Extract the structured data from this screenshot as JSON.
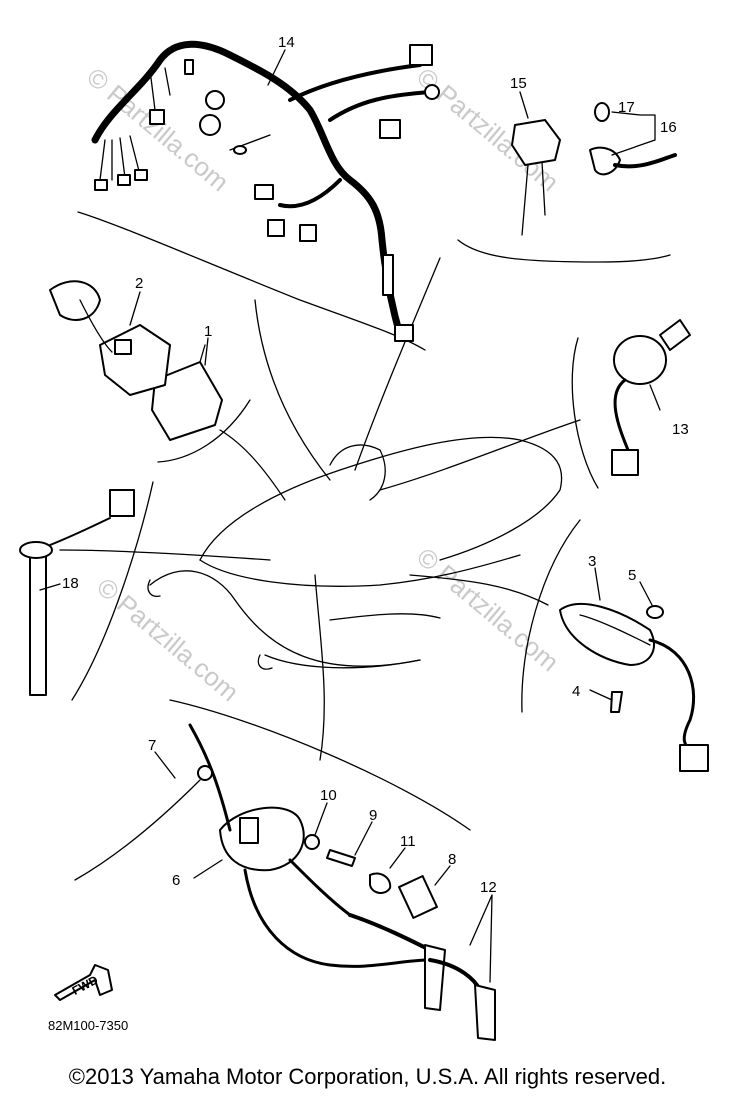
{
  "diagram": {
    "part_numbers": [
      "1",
      "2",
      "3",
      "4",
      "5",
      "6",
      "7",
      "8",
      "9",
      "10",
      "11",
      "12",
      "13",
      "14",
      "15",
      "16",
      "17",
      "18"
    ],
    "drawing_code": "82M100-7350",
    "forward_marker": "FWD",
    "watermark": "© Partzilla.com"
  },
  "footer": {
    "copyright": "©2013 Yamaha Motor Corporation, U.S.A. All rights reserved."
  }
}
